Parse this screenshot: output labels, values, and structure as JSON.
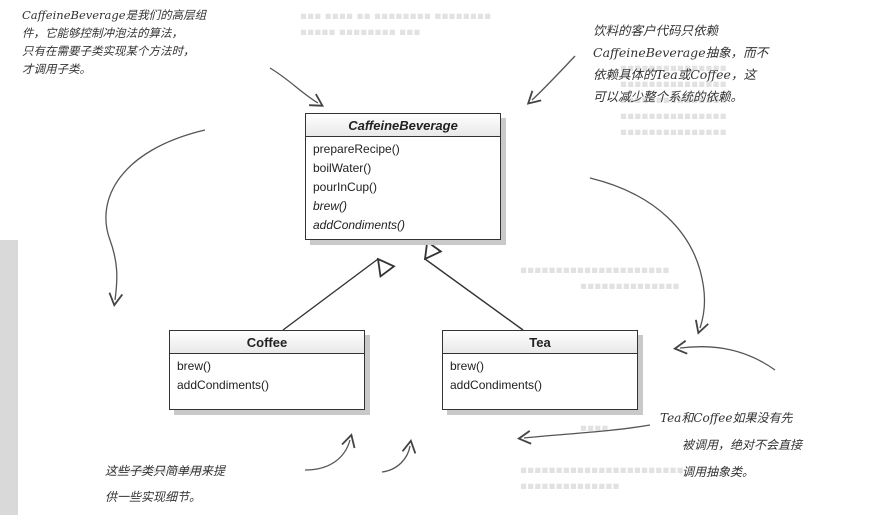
{
  "classes": {
    "caffeine": {
      "name": "CaffeineBeverage",
      "methods": [
        "prepareRecipe()",
        "boilWater()",
        "pourInCup()",
        "brew()",
        "addCondiments()"
      ]
    },
    "coffee": {
      "name": "Coffee",
      "methods": [
        "brew()",
        "addCondiments()"
      ]
    },
    "tea": {
      "name": "Tea",
      "methods": [
        "brew()",
        "addCondiments()"
      ]
    }
  },
  "notes": {
    "top_left": [
      "CaffeineBeverage是我们的高层组",
      "件，它能够控制冲泡法的算法，",
      "只有在需要子类实现某个方法时，",
      "才调用子类。"
    ],
    "top_right": [
      "饮料的客户代码只依赖",
      "CaffeineBeverage抽象，而不",
      "依赖具体的Tea或Coffee，这",
      "可以减少整个系统的依赖。"
    ],
    "bottom_right": [
      "Tea和Coffee如果没有先",
      "被调用，绝对不会直接",
      "调用抽象类。"
    ],
    "bottom_left": [
      "这些子类只简单用来提",
      "供一些实现细节。"
    ]
  },
  "colors": {
    "ink": "#333333",
    "faded": "#e2e2e2",
    "shadow": "#c9c9c9"
  }
}
